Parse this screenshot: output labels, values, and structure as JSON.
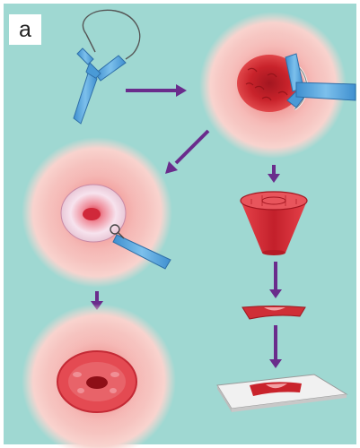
{
  "panel_label": "a",
  "colors": {
    "background": "#9fd8d2",
    "tissue_pink": "#f7b9b6",
    "tissue_red": "#d9302f",
    "instrument_blue": "#5aa7d9",
    "arrow_purple": "#6a2c8c",
    "slide_white": "#f1f1f1"
  },
  "steps": [
    {
      "id": "loop-instrument",
      "icon": "loop-electrode-icon"
    },
    {
      "id": "excision",
      "icon": "cervix-with-loop-icon"
    },
    {
      "id": "biopsy-result",
      "icon": "cervix-after-excision-icon"
    },
    {
      "id": "cone-specimen",
      "icon": "cone-specimen-icon"
    },
    {
      "id": "tissue-section",
      "icon": "tissue-slice-icon"
    },
    {
      "id": "slide",
      "icon": "microscope-slide-icon"
    },
    {
      "id": "healed-cervix",
      "icon": "healed-cervix-icon"
    }
  ]
}
